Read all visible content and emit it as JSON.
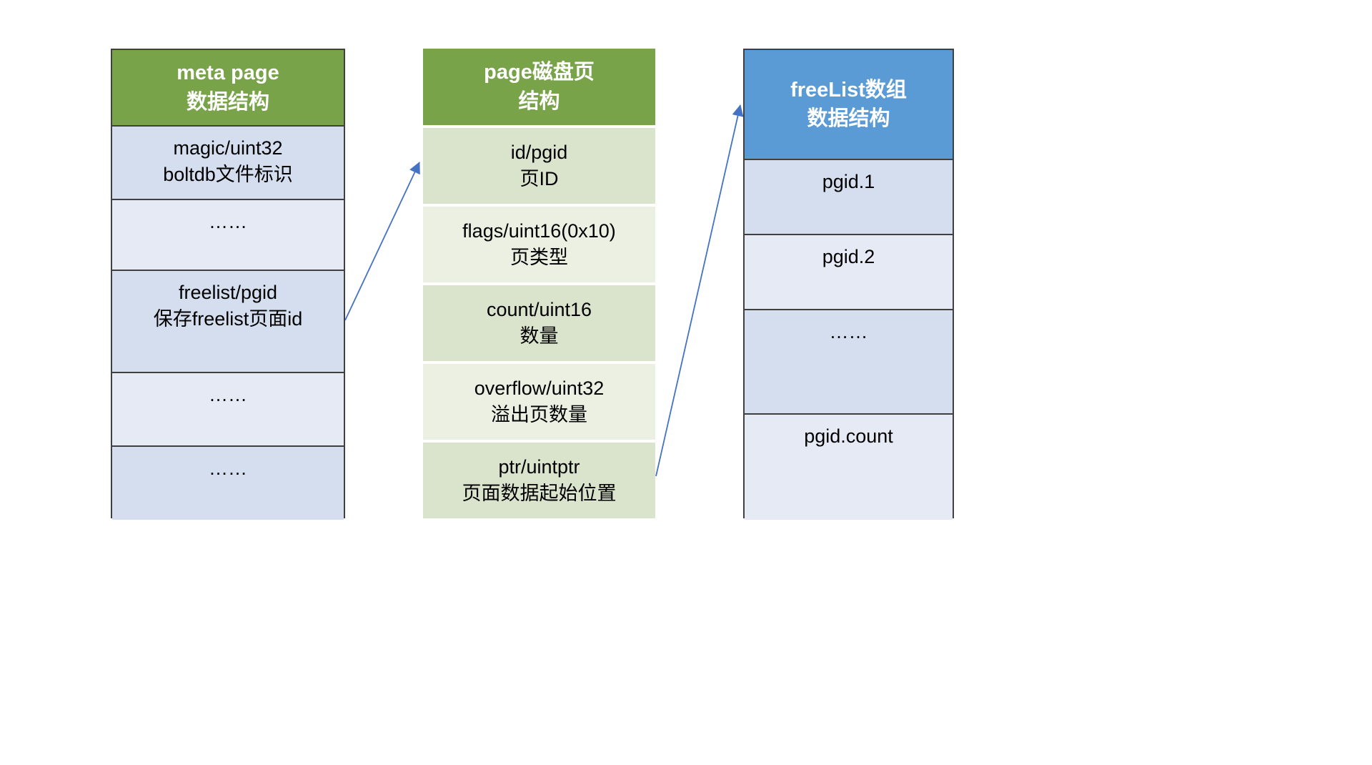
{
  "title": "boltdb meta page / page / freelist data structure diagram",
  "colors": {
    "header_green": "#79A349",
    "header_blue": "#5B9BD5",
    "row_blue_dark": "#D5DEEF",
    "row_blue_light": "#E5EAF5",
    "row_green_dark": "#DAE4CC",
    "row_green_light": "#EBF0E3",
    "arrow_blue": "#4472C4",
    "border_dark": "#404040"
  },
  "meta_table": {
    "header_line1": "meta page",
    "header_line2": "数据结构",
    "rows": [
      {
        "line1": "magic/uint32",
        "line2": "boltdb文件标识"
      },
      {
        "line1": "……"
      },
      {
        "line1": "freelist/pgid",
        "line2": "保存freelist页面id"
      },
      {
        "line1": "……"
      },
      {
        "line1": "……"
      }
    ]
  },
  "page_table": {
    "header_line1": "page磁盘页",
    "header_line2": "结构",
    "rows": [
      {
        "line1": "id/pgid",
        "line2": "页ID"
      },
      {
        "line1": "flags/uint16(0x10)",
        "line2": "页类型"
      },
      {
        "line1": "count/uint16",
        "line2": "数量"
      },
      {
        "line1": "overflow/uint32",
        "line2": "溢出页数量"
      },
      {
        "line1": "ptr/uintptr",
        "line2": "页面数据起始位置"
      }
    ]
  },
  "freelist_table": {
    "header_line1": "freeList数组",
    "header_line2": "数据结构",
    "rows": [
      {
        "line1": "pgid.1"
      },
      {
        "line1": "pgid.2"
      },
      {
        "line1": "……"
      },
      {
        "line1": "pgid.count"
      }
    ]
  }
}
